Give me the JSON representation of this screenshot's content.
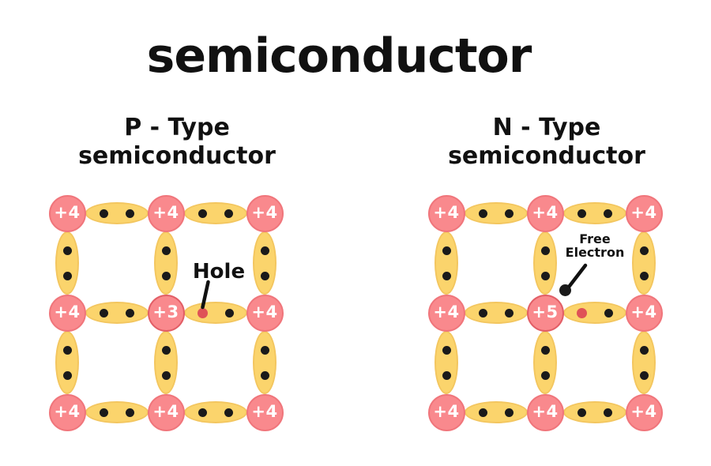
{
  "title": "semiconductor",
  "p_type": {
    "heading_line1": "P - Type",
    "heading_line2": "semiconductor",
    "atoms": [
      [
        "+4",
        "+4",
        "+4"
      ],
      [
        "+4",
        "+3",
        "+4"
      ],
      [
        "+4",
        "+4",
        "+4"
      ]
    ],
    "annotation_label": "Hole"
  },
  "n_type": {
    "heading_line1": "N - Type",
    "heading_line2": "semiconductor",
    "atoms": [
      [
        "+4",
        "+4",
        "+4"
      ],
      [
        "+4",
        "+5",
        "+4"
      ],
      [
        "+4",
        "+4",
        "+4"
      ]
    ],
    "annotation_line1": "Free",
    "annotation_line2": "Electron"
  },
  "colors": {
    "background": "#FFFFFF",
    "text": "#111111",
    "atom_fill": "#F9898D",
    "atom_border": "#F0757B",
    "dopant_border": "#E25E66",
    "bond_fill": "#FBD46C",
    "bond_border": "#F3C65F",
    "electron_dot": "#1A1A1A",
    "hole_dot": "#DF5257"
  }
}
